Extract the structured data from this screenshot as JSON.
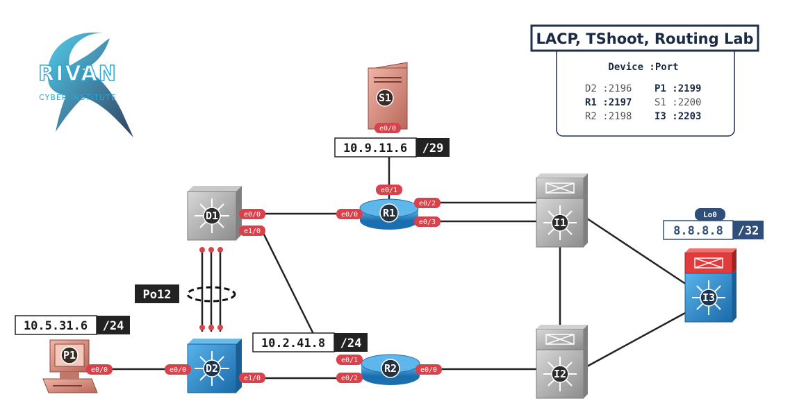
{
  "logo": {
    "name": "RIVAN",
    "subtitle": "CYBER INSTITUTE"
  },
  "title": "LACP, TShoot, Routing Lab",
  "info_box": {
    "header": "Device :Port",
    "entries": [
      {
        "device": "D2",
        "port": "2196",
        "bold": false
      },
      {
        "device": "P1",
        "port": "2199",
        "bold": true
      },
      {
        "device": "R1",
        "port": "2197",
        "bold": true
      },
      {
        "device": "S1",
        "port": "2200",
        "bold": false
      },
      {
        "device": "R2",
        "port": "2198",
        "bold": false
      },
      {
        "device": "I3",
        "port": "2203",
        "bold": true
      }
    ]
  },
  "devices": {
    "S1": "S1",
    "R1": "R1",
    "R2": "R2",
    "D1": "D1",
    "D2": "D2",
    "P1": "P1",
    "I1": "I1",
    "I2": "I2",
    "I3": "I3"
  },
  "addresses": {
    "s1": {
      "ip": "10.9.11.6",
      "mask": "/29"
    },
    "p1": {
      "ip": "10.5.31.6",
      "mask": "/24"
    },
    "r2": {
      "ip": "10.2.41.8",
      "mask": "/24"
    },
    "i3": {
      "ip": "8.8.8.8",
      "mask": "/32",
      "tag": "Lo0"
    }
  },
  "portchannel": "Po12",
  "ports": {
    "s1_e00": "e0/0",
    "r1_e01": "e0/1",
    "r1_e00": "e0/0",
    "r1_e02": "e0/2",
    "r1_e03": "e0/3",
    "d1_e00": "e0/0",
    "d1_e10": "e1/0",
    "d2_e00": "e0/0",
    "d2_e10": "e1/0",
    "p1_e00": "e0/0",
    "r2_e01": "e0/1",
    "r2_e02": "e0/2",
    "r2_e00": "e0/0"
  },
  "colors": {
    "port_badge": "#d9414b",
    "router_blue": "#2f8fd0",
    "switch_blue": "#2a7fc0",
    "switch_gray": "#a8a8a8",
    "dark_label": "#222222",
    "lo_label": "#2f4f7a",
    "firewall_red": "#e03a3a",
    "server_salmon": "#d98c7c"
  }
}
